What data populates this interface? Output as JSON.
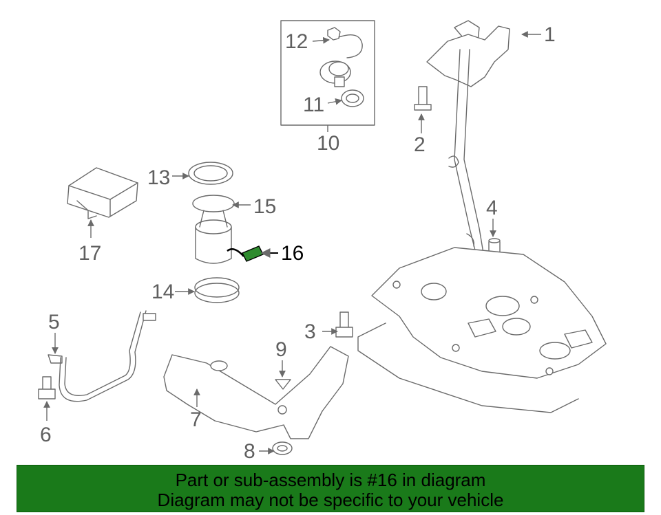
{
  "diagram": {
    "callouts": {
      "c1": "1",
      "c2": "2",
      "c3": "3",
      "c4": "4",
      "c5": "5",
      "c6": "6",
      "c7": "7",
      "c8": "8",
      "c9": "9",
      "c10": "10",
      "c11": "11",
      "c12": "12",
      "c13": "13",
      "c14": "14",
      "c15": "15",
      "c16": "16",
      "c17": "17"
    },
    "highlighted_part": "16",
    "colors": {
      "line": "#6a6a6a",
      "highlight_part": "#2e8b2e",
      "label": "#5f5f5f",
      "banner_bg": "#1a7a1a"
    }
  },
  "banner": {
    "line1": "Part or sub-assembly is #16 in diagram",
    "line2": "Diagram may not be specific to your vehicle"
  }
}
